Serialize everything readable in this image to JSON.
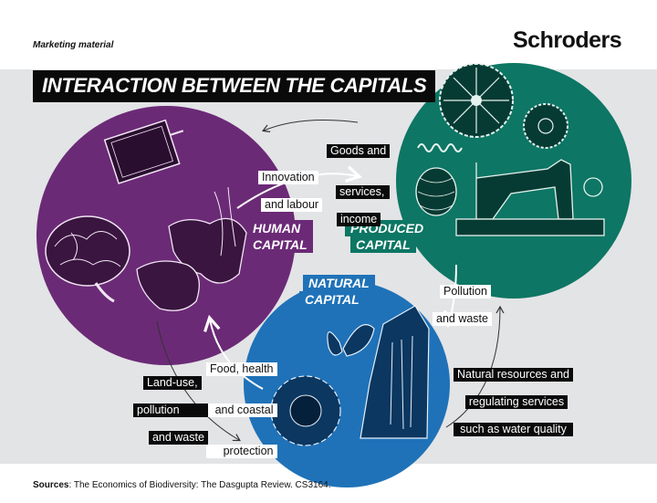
{
  "header": {
    "label": "Marketing material",
    "logo": "Schroders"
  },
  "title": "INTERACTION BETWEEN THE CAPITALS",
  "capitals": {
    "human": [
      "HUMAN",
      "CAPITAL"
    ],
    "produced": [
      "PRODUCED",
      "CAPITAL"
    ],
    "natural": [
      "NATURAL",
      "CAPITAL"
    ]
  },
  "flows": {
    "goods": [
      "Goods and",
      "services,",
      "income"
    ],
    "innovation": [
      "Innovation",
      "and labour"
    ],
    "pollution": [
      "Pollution",
      "and waste"
    ],
    "resources": [
      "Natural resources and",
      "regulating services",
      "such as water quality"
    ],
    "food": [
      "Food, health",
      "and coastal",
      "protection"
    ],
    "landuse": [
      "Land-use,",
      "pollution",
      "and waste"
    ]
  },
  "footer": {
    "sources_label": "Sources",
    "sources_text": ": The Economics of Biodiversity: The Dasgupta Review. CS3164."
  },
  "colors": {
    "human": "#6b2a76",
    "produced": "#0d7664",
    "natural": "#1f72b8",
    "band": "#e3e4e6"
  },
  "icons": [
    "book-icon",
    "brain-icon",
    "gloves-icon",
    "gear-icon",
    "spring-icon",
    "thread-spool-icon",
    "sewing-machine-icon",
    "butterfly-icon",
    "waterfall-icon",
    "sunflower-icon"
  ]
}
